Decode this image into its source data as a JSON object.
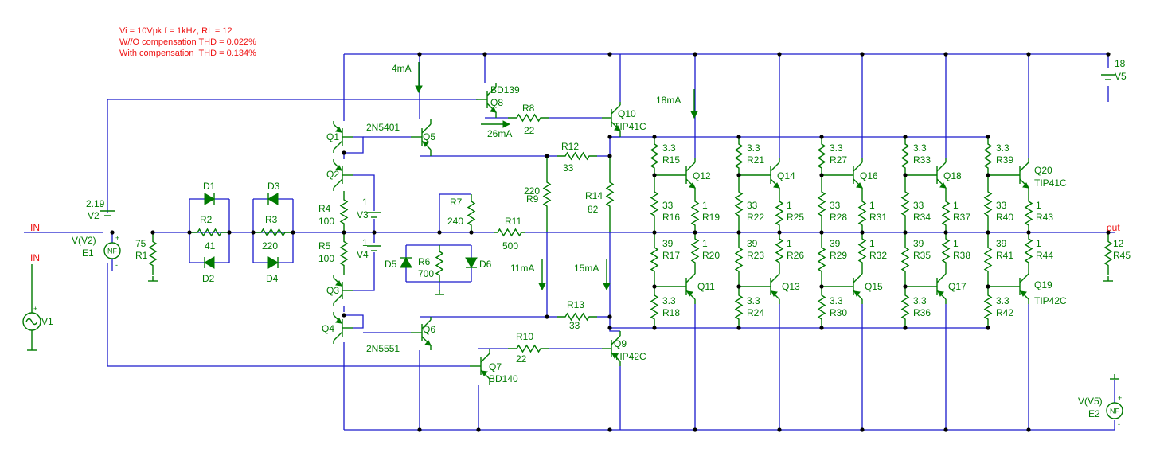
{
  "notes": [
    "Vi = 10Vpk f = 1kHz, RL = 12",
    "W//O compensation THD = 0.022%",
    "With compensation  THD = 0.134%"
  ],
  "nets": {
    "in": "IN",
    "out": "out",
    "nf": "NF"
  },
  "currents": {
    "q8": "4mA",
    "r8": "26mA",
    "pre_top": "18mA",
    "r9": "11mA",
    "r14": "15mA"
  },
  "sources": {
    "v1": "V1",
    "v2": {
      "value": "2.19",
      "name": "V2"
    },
    "e1": {
      "value": "V(V2)",
      "name": "E1"
    },
    "v5": {
      "value": "18",
      "name": "V5"
    },
    "e2": {
      "value": "V(V5)",
      "name": "E2"
    },
    "v3": {
      "value": "1",
      "name": "V3"
    },
    "v4": {
      "value": "1",
      "name": "V4"
    }
  },
  "components": {
    "r1": {
      "name": "R1",
      "value": "75"
    },
    "r2": {
      "name": "R2",
      "value": "41"
    },
    "r3": {
      "name": "R3",
      "value": "220"
    },
    "r4": {
      "name": "R4",
      "value": "100"
    },
    "r5": {
      "name": "R5",
      "value": "100"
    },
    "r6": {
      "name": "R6",
      "value": "700"
    },
    "r7": {
      "name": "R7",
      "value": "240"
    },
    "r8": {
      "name": "R8",
      "value": "22"
    },
    "r9": {
      "name": "R9",
      "value": "220"
    },
    "r10": {
      "name": "R10",
      "value": "22"
    },
    "r11": {
      "name": "R11",
      "value": "500"
    },
    "r12": {
      "name": "R12",
      "value": "33"
    },
    "r13": {
      "name": "R13",
      "value": "33"
    },
    "r14": {
      "name": "R14",
      "value": "82"
    },
    "r45": {
      "name": "R45",
      "value": "12"
    },
    "d1": "D1",
    "d2": "D2",
    "d3": "D3",
    "d4": "D4",
    "d5": "D5",
    "d6": "D6",
    "q1": "Q1",
    "q2": "Q2",
    "q3": "Q3",
    "q4": "Q4",
    "q5": "Q5",
    "q6": "Q6",
    "q7": {
      "name": "Q7",
      "type": "BD140"
    },
    "q8": {
      "name": "Q8",
      "type": "BD139"
    },
    "q9": {
      "name": "Q9",
      "type": "TIP42C"
    },
    "q10": {
      "name": "Q10",
      "type": "TIP41C"
    },
    "q12_type": "2N5401",
    "q34_type": "2N5551"
  },
  "stages": [
    {
      "npn": "Q12",
      "pnp": "Q11",
      "r_top": {
        "v": "3.3",
        "n": "R15"
      },
      "r_a": {
        "v": "33",
        "n": "R16"
      },
      "r_b": {
        "v": "39",
        "n": "R17"
      },
      "r_bot": {
        "v": "3.3",
        "n": "R18"
      },
      "re_top": {
        "v": "1",
        "n": "R19"
      },
      "re_bot": {
        "v": "1",
        "n": "R20"
      }
    },
    {
      "npn": "Q14",
      "pnp": "Q13",
      "r_top": {
        "v": "3.3",
        "n": "R21"
      },
      "r_a": {
        "v": "33",
        "n": "R22"
      },
      "r_b": {
        "v": "39",
        "n": "R23"
      },
      "r_bot": {
        "v": "3.3",
        "n": "R24"
      },
      "re_top": {
        "v": "1",
        "n": "R25"
      },
      "re_bot": {
        "v": "1",
        "n": "R26"
      }
    },
    {
      "npn": "Q16",
      "pnp": "Q15",
      "r_top": {
        "v": "3.3",
        "n": "R27"
      },
      "r_a": {
        "v": "33",
        "n": "R28"
      },
      "r_b": {
        "v": "39",
        "n": "R29"
      },
      "r_bot": {
        "v": "3.3",
        "n": "R30"
      },
      "re_top": {
        "v": "1",
        "n": "R31"
      },
      "re_bot": {
        "v": "1",
        "n": "R32"
      }
    },
    {
      "npn": "Q18",
      "pnp": "Q17",
      "r_top": {
        "v": "3.3",
        "n": "R33"
      },
      "r_a": {
        "v": "33",
        "n": "R34"
      },
      "r_b": {
        "v": "39",
        "n": "R35"
      },
      "r_bot": {
        "v": "3.3",
        "n": "R36"
      },
      "re_top": {
        "v": "1",
        "n": "R37"
      },
      "re_bot": {
        "v": "1",
        "n": "R38"
      }
    },
    {
      "npn": "Q20",
      "pnp": "Q19",
      "r_top": {
        "v": "3.3",
        "n": "R39"
      },
      "r_a": {
        "v": "33",
        "n": "R40"
      },
      "r_b": {
        "v": "39",
        "n": "R41"
      },
      "r_bot": {
        "v": "3.3",
        "n": "R42"
      },
      "re_top": {
        "v": "1",
        "n": "R43"
      },
      "re_bot": {
        "v": "1",
        "n": "R44"
      },
      "npn_type": "TIP41C",
      "pnp_type": "TIP42C"
    }
  ],
  "colors": {
    "wire": "#1a1acc",
    "component": "#007a00",
    "note": "#e11111",
    "junction": "#000000"
  }
}
